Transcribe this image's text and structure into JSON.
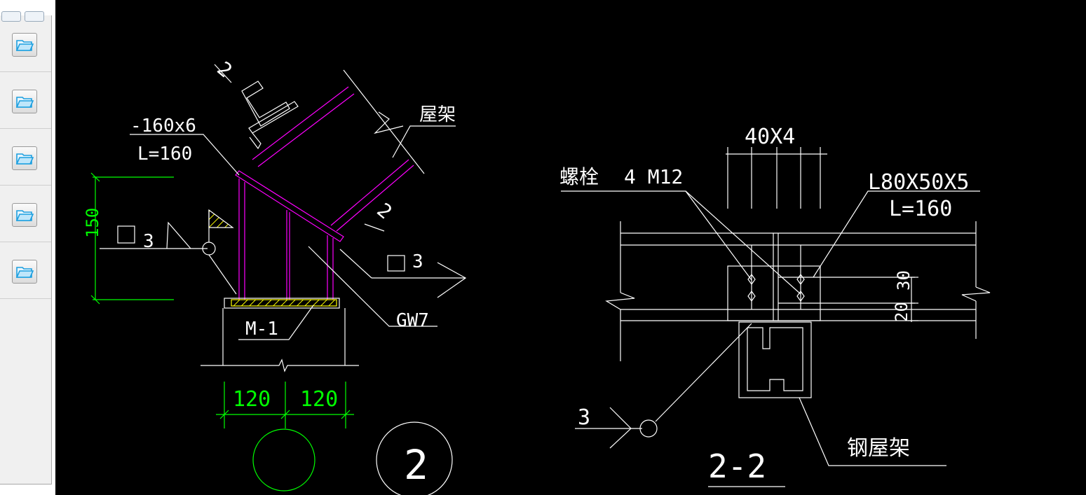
{
  "toolbar": {
    "buttons": [
      {
        "icon": "folder-open-icon"
      },
      {
        "icon": "folder-open-icon"
      },
      {
        "icon": "folder-open-icon"
      },
      {
        "icon": "folder-open-icon"
      },
      {
        "icon": "folder-open-icon"
      }
    ]
  },
  "drawing": {
    "colors": {
      "background": "#000000",
      "line": "#ffffff",
      "member": "#ff00ff",
      "dimension": "#00ff00"
    },
    "detail2": {
      "plate_label": "-160x6",
      "plate_length": "L=160",
      "roof_truss": "屋架",
      "dim_150": "150",
      "weld_3_left": "3",
      "weld_3_right": "3",
      "embed_label": "M-1",
      "gw_label": "GW7",
      "dim_120a": "120",
      "dim_120b": "120",
      "detail_number": "2",
      "break_mark_top": "2",
      "break_mark_mid": "2"
    },
    "section22": {
      "bolt_label": "螺栓",
      "bolt_spec": "4 M12",
      "spacing": "40X4",
      "angle_spec": "L80X50X5",
      "angle_length": "L=160",
      "dim_30": "30",
      "dim_20": "20",
      "weld_3": "3",
      "steel_truss": "钢屋架",
      "section_title": "2-2"
    }
  }
}
